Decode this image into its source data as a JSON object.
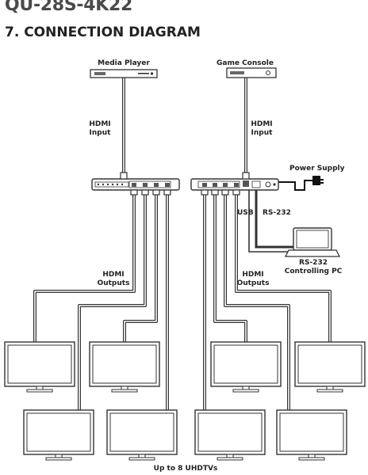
{
  "header": {
    "doc_title": "QU-28S-4K22",
    "section_title": "7. CONNECTION DIAGRAM"
  },
  "sources": {
    "media_player": "Media Player",
    "game_console": "Game Console"
  },
  "labels": {
    "hdmi_input_1": "HDMI",
    "hdmi_input_2": "Input",
    "hdmi_output_1": "HDMI",
    "hdmi_output_2": "Outputs",
    "power_supply": "Power Supply",
    "usb": "USB",
    "rs232": "RS-232",
    "pc_line1": "RS-232",
    "pc_line2": "Controlling PC",
    "displays": "Up to 8 UHDTVs"
  },
  "colors": {
    "cable_outline": "#333333",
    "device_fill": "#ffffff",
    "screen_fill": "#ffffff",
    "text": "#222222"
  }
}
